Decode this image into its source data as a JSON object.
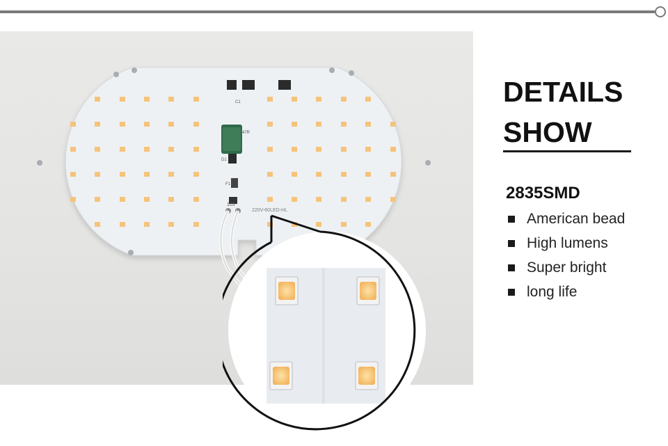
{
  "header": {
    "title_line1": "DETAILS",
    "title_line2": "SHOW"
  },
  "spec": {
    "model": "2835SMD",
    "features": [
      "American bead",
      "High lumens",
      "Super bright",
      "long life"
    ]
  },
  "board": {
    "silkscreen_main": "220V-60LED-HL",
    "silkscreen_c1": "C1",
    "silkscreen_r": "47R",
    "silkscreen_f": "F1",
    "silkscreen_cap": "105",
    "silkscreen_d": "D1"
  },
  "icons": {
    "bullet": "square-bullet-icon",
    "ring": "circle-end-icon"
  },
  "colors": {
    "led": "#f6c37a",
    "board": "#eef1f4",
    "accent": "#111111"
  }
}
